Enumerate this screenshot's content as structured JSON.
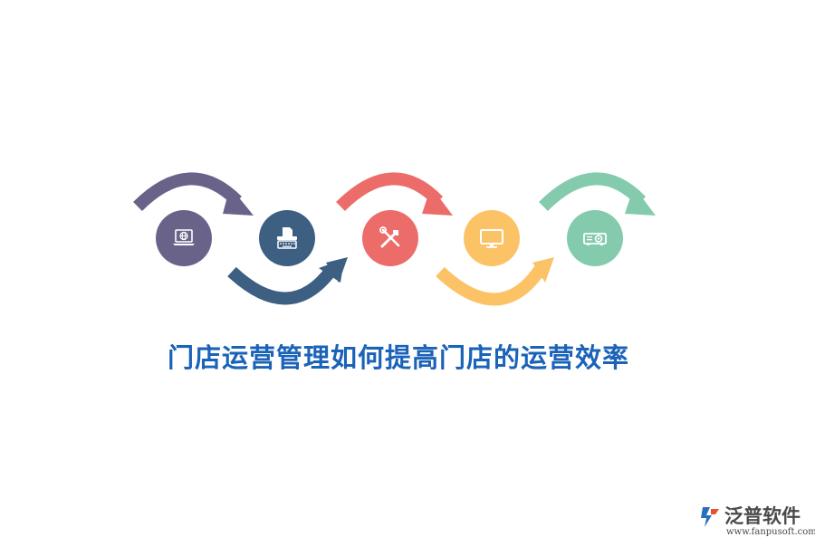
{
  "title": "门店运营管理如何提高门店的运营效率",
  "colors": {
    "title": "#1a63b8",
    "step1": "#6a6389",
    "step2": "#3d5f82",
    "step3": "#ec6c6a",
    "step4": "#fcc266",
    "step5": "#84cbae"
  },
  "steps": [
    {
      "icon": "laptop-globe-icon"
    },
    {
      "icon": "typewriter-icon"
    },
    {
      "icon": "tools-icon"
    },
    {
      "icon": "monitor-icon"
    },
    {
      "icon": "projector-icon"
    }
  ],
  "logo": {
    "name": "泛普软件",
    "url": "www.fanpusoft.com"
  }
}
